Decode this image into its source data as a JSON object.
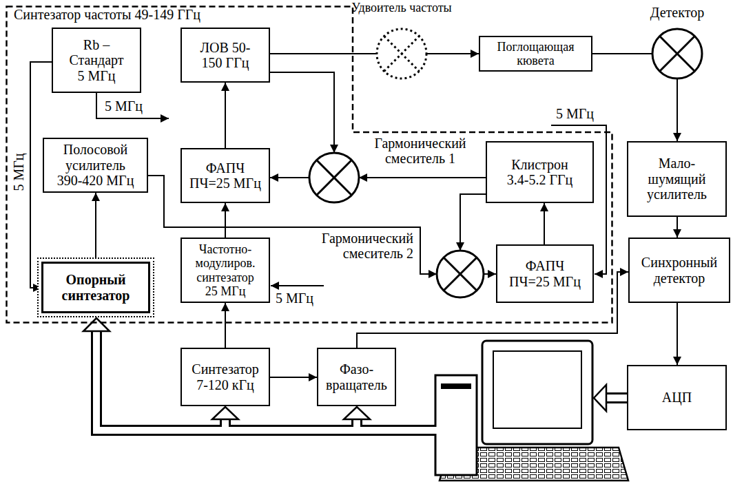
{
  "diagram": {
    "nodes": [
      {
        "text": [
          "Синтезатор частоты 49-149 ГГц"
        ]
      },
      {
        "text": [
          "Rb – Стандарт 5 МГц"
        ],
        "in": 0
      },
      {
        "text": [
          "ЛОВ 50-150 ГГц"
        ],
        "in": 0
      },
      {
        "text": [
          "Полосовой усилитель 390-420 МГц"
        ],
        "in": 0
      },
      {
        "text": [
          "ФАПЧ ПЧ=25 МГц"
        ],
        "in": 0
      },
      {
        "text": [
          "Гармонический смеситель 1"
        ],
        "in": 0
      },
      {
        "text": [
          "Клистрон 3.4-5.2 ГГц"
        ],
        "in": 0
      },
      {
        "text": [
          "Гармонический смеситель 2"
        ],
        "in": 0
      },
      {
        "text": [
          "ФАПЧ ПЧ=25 МГц"
        ],
        "in": 0
      },
      {
        "text": [
          "Опорный синтезатор"
        ],
        "in": 0
      },
      {
        "text": [
          "Частотно- модулиров. синтезатор 25 МГц"
        ],
        "in": 0
      },
      {
        "text": [
          "Удвоитель частоты"
        ]
      },
      {
        "text": [
          "Поглощающая кювета"
        ]
      },
      {
        "text": [
          "Детектор"
        ]
      },
      {
        "text": [
          "Мало- шумящий усилитель"
        ]
      },
      {
        "text": [
          "Синхронный детектор"
        ]
      },
      {
        "text": [
          "Синтезатор 7-120 кГц"
        ]
      },
      {
        "text": [
          "Фазо- вращатель"
        ]
      },
      {
        "text": [
          "АЦП"
        ]
      }
    ],
    "edges": [
      {
        "from": 1,
        "to": 9,
        "arrow": "to",
        "label": "5 МГц"
      },
      {
        "from": 9,
        "to": 3,
        "arrow": "to"
      },
      {
        "from": 3,
        "to": 7,
        "arrow": "to"
      },
      {
        "from": 10,
        "to": 4,
        "arrow": "to"
      },
      {
        "from": 4,
        "to": 2,
        "arrow": "to"
      },
      {
        "from": 2,
        "to": 5,
        "arrow": "to"
      },
      {
        "from": 5,
        "to": 4,
        "arrow": "to"
      },
      {
        "from": 6,
        "to": 5,
        "arrow": "to"
      },
      {
        "from": 6,
        "to": 7,
        "arrow": "to"
      },
      {
        "from": 7,
        "to": 8,
        "arrow": "to"
      },
      {
        "from": 8,
        "to": 6,
        "arrow": "to"
      },
      {
        "from": 2,
        "to": 11,
        "arrow": "none"
      },
      {
        "from": 11,
        "to": 12,
        "arrow": "to"
      },
      {
        "from": 12,
        "to": 13,
        "arrow": "none"
      },
      {
        "from": 13,
        "to": 14,
        "arrow": "to"
      },
      {
        "from": 14,
        "to": 15,
        "arrow": "to"
      },
      {
        "from": 15,
        "to": 18,
        "arrow": "to"
      },
      {
        "from": 16,
        "to": 10,
        "arrow": "to"
      },
      {
        "from": 16,
        "to": 17,
        "arrow": "to"
      },
      {
        "from": 17,
        "to": 15,
        "arrow": "to"
      }
    ],
    "labels": [
      "5 МГц",
      "5 МГц",
      "5 МГц"
    ]
  }
}
